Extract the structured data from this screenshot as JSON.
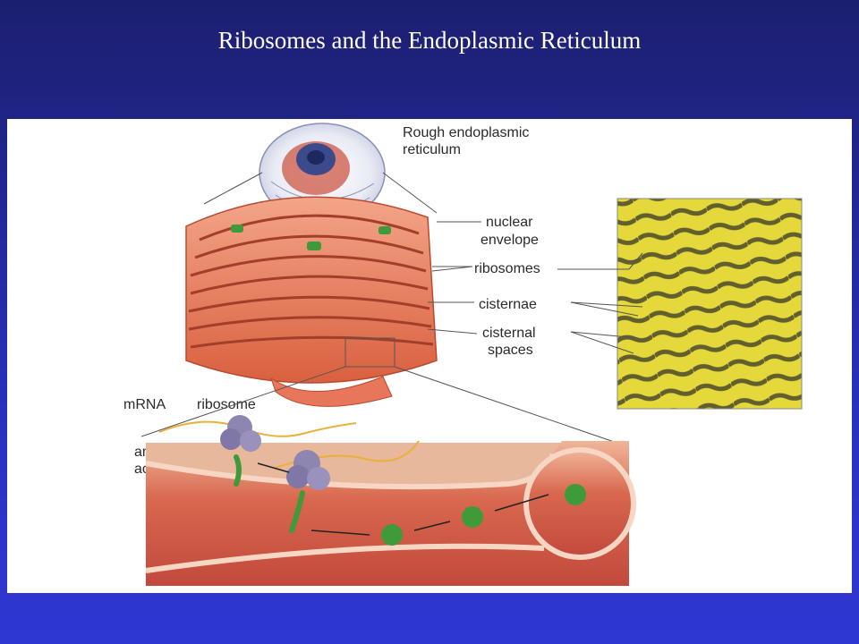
{
  "slide": {
    "title": "Ribosomes and the Endoplasmic Reticulum"
  },
  "figure": {
    "labels": {
      "rer_line1": "Rough endoplasmic",
      "rer_line2": "reticulum",
      "nuclear_line1": "nuclear",
      "nuclear_line2": "envelope",
      "ribosomes": "ribosomes",
      "cisternae": "cisternae",
      "spaces_line1": "cisternal",
      "spaces_line2": "spaces",
      "mrna": "mRNA",
      "ribosome": "ribosome",
      "amino_line1": "amino",
      "amino_line2": "acid chain"
    },
    "colors": {
      "membrane": "#e8765a",
      "membrane_light": "#f2a48a",
      "lumen": "#c9524a",
      "ribosome": "#8d86b0",
      "protein": "#3f9a3a",
      "mrna": "#e8b23a",
      "micrograph": "#e5d83a"
    }
  }
}
